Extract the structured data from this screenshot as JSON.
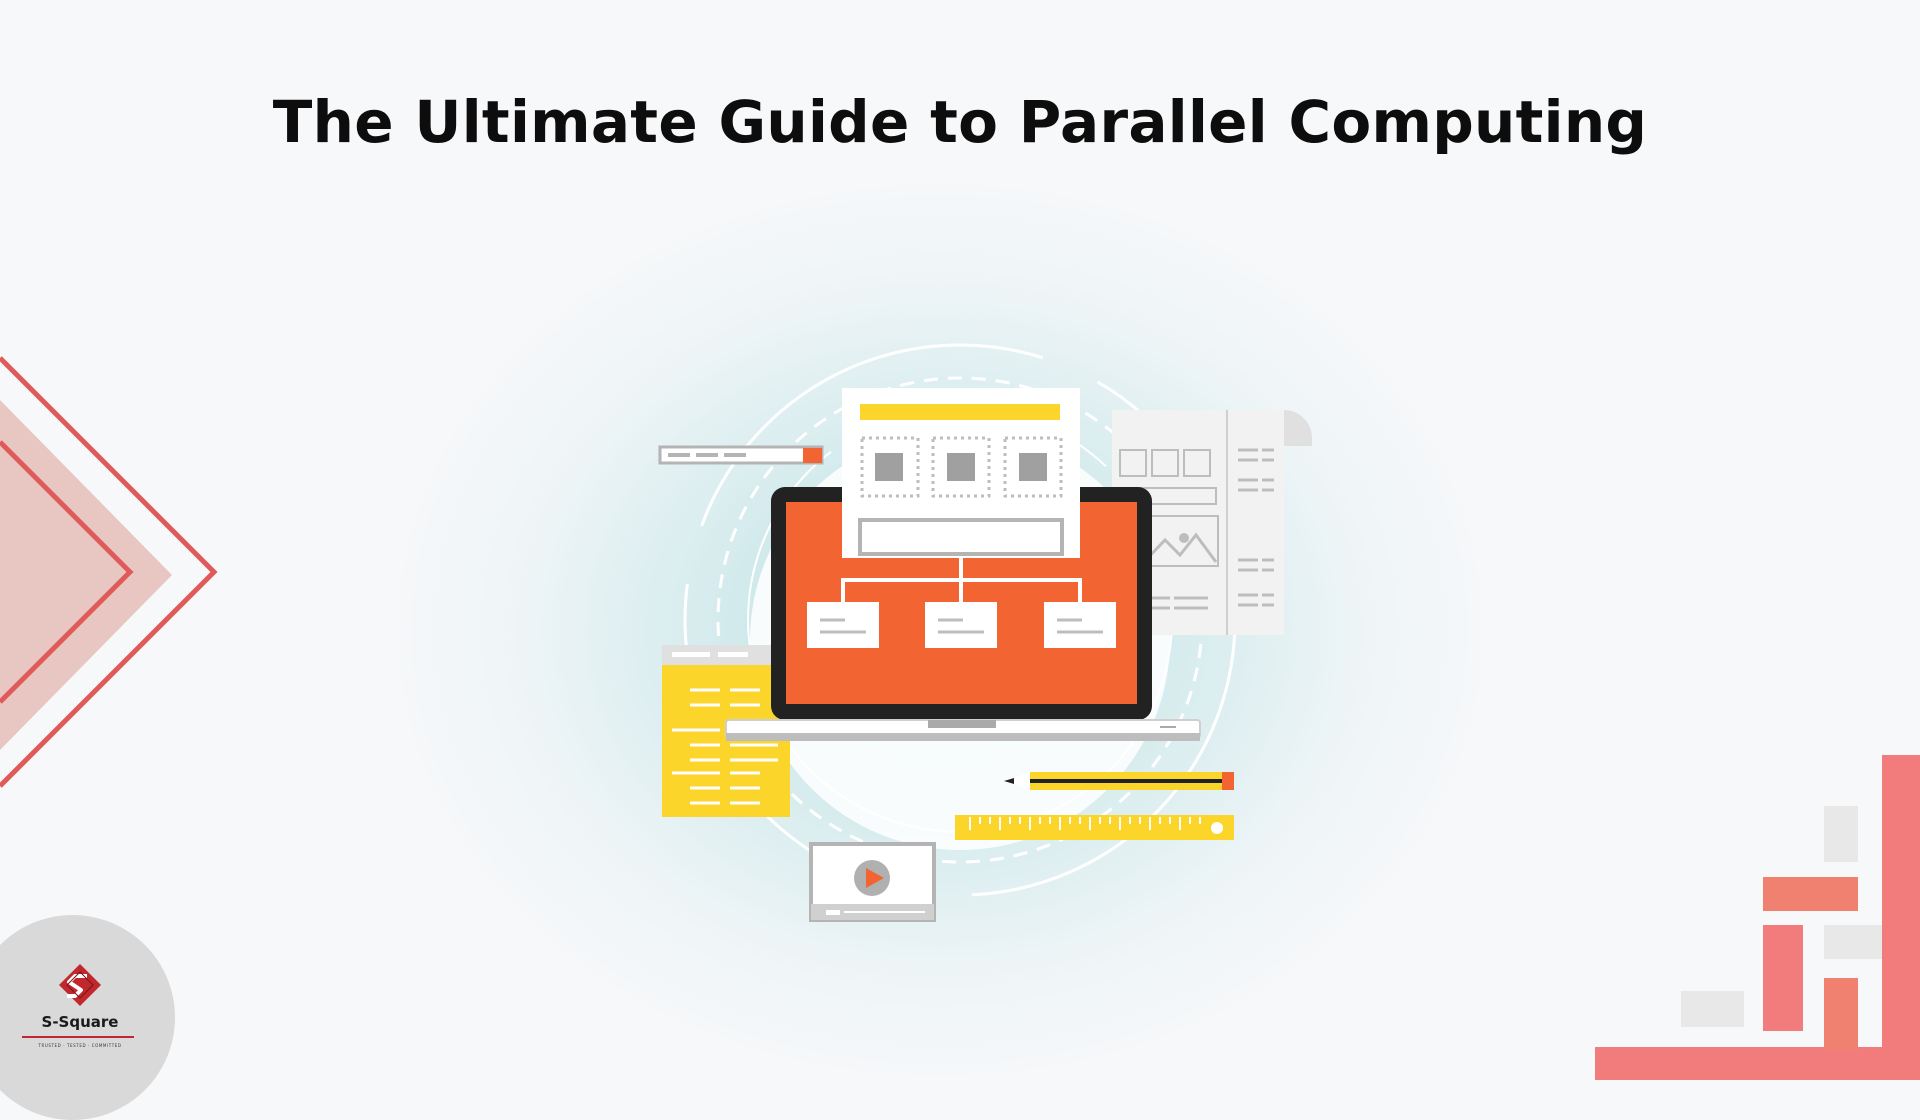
{
  "page": {
    "title": "The Ultimate Guide to Parallel Computing"
  },
  "logo": {
    "name": "S-Square",
    "tagline": "TRUSTED · TESTED · COMMITTED"
  },
  "colors": {
    "background": "#f7f8fa",
    "accent_orange": "#f26532",
    "accent_yellow": "#fcd52b",
    "accent_red": "#e05a5a",
    "accent_pink": "#f27b7b",
    "glow_teal": "#9ed5d7"
  },
  "illustration": {
    "subject": "laptop-with-flowchart",
    "elements": [
      "laptop-icon",
      "flowchart-icon",
      "document-icon",
      "code-sheet-icon",
      "pencil-icon",
      "ruler-icon",
      "video-player-icon",
      "scroll-icon",
      "search-bar-icon"
    ]
  }
}
